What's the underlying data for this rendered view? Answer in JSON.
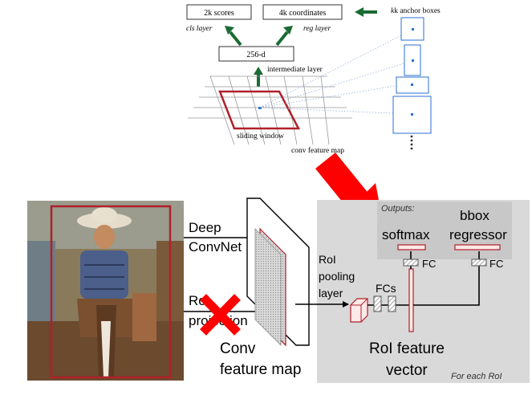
{
  "rpn": {
    "scores_label": "2k scores",
    "coords_label": "4k coordinates",
    "cls_layer": "cls layer",
    "reg_layer": "reg layer",
    "intermediate_box": "256-d",
    "intermediate_label": "intermediate layer",
    "anchor_label": "k anchor boxes",
    "sliding_window": "sliding window",
    "conv_feature_map": "conv feature map"
  },
  "fast_rcnn": {
    "deep_convnet_line1": "Deep",
    "deep_convnet_line2": "ConvNet",
    "roi_proj_line1": "RoI",
    "roi_proj_line2": "projection",
    "conv_line1": "Conv",
    "conv_line2": "feature map",
    "roi_pool_line1": "RoI",
    "roi_pool_line2": "pooling",
    "roi_pool_line3": "layer",
    "fcs": "FCs",
    "fc_left": "FC",
    "fc_right": "FC",
    "outputs": "Outputs:",
    "softmax": "softmax",
    "bbox_line1": "bbox",
    "bbox_line2": "regressor",
    "roi_vec_line1": "RoI feature",
    "roi_vec_line2": "vector",
    "for_each_roi": "For each RoI"
  },
  "colors": {
    "green_arrow": "#1a6b34",
    "red_mark": "#ff0000",
    "dark_red": "#b0202a",
    "panel_gray": "#d9d9d9",
    "output_gray": "#c8c8c8"
  }
}
